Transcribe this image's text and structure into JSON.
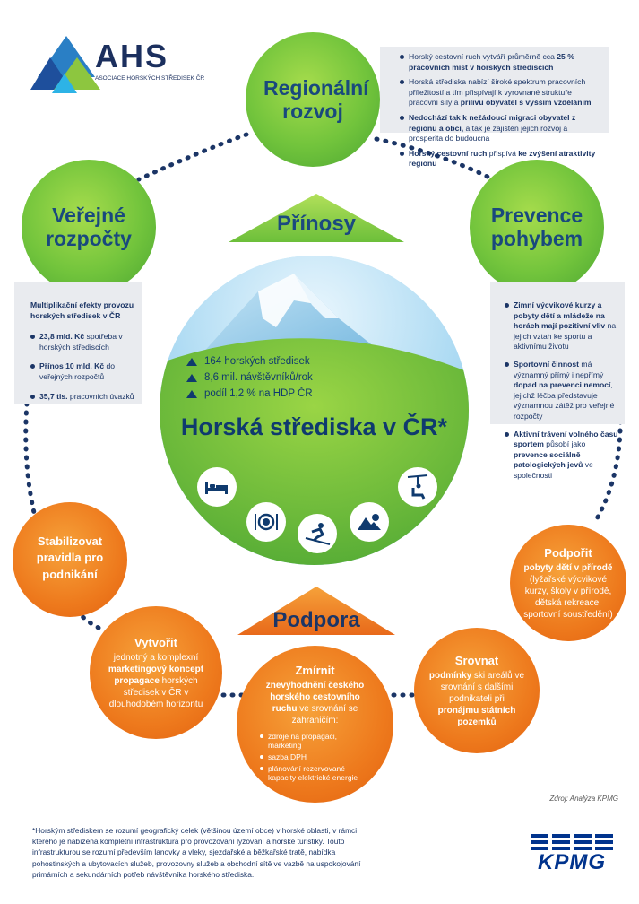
{
  "logo": {
    "text": "AHS",
    "subtitle": "ASOCIACE HORSKÝCH STŘEDISEK ČR"
  },
  "center": {
    "heading": "Přínosy",
    "stats": [
      "164 horských středisek",
      "8,6 mil. návštěvníků/rok",
      "podíl 1,2 % na HDP ČR"
    ],
    "title": "Horská střediska v ČR*",
    "icons": [
      "bed-icon",
      "dining-icon",
      "ski-icon",
      "mountain-sun-icon",
      "chairlift-icon"
    ]
  },
  "support_heading": "Podpora",
  "benefits": {
    "regional": {
      "title": "Regionální rozvoj",
      "items": [
        [
          "Horský cestovní ruch vytváří průměrně cca ",
          "25 % pracovních míst v horských střediscích",
          ""
        ],
        [
          "Horská střediska nabízí široké spektrum pracovních příležitostí a tím přispívají k vyrovnané struktuře pracovní síly a ",
          "přílivu obyvatel s vyšším vzděláním",
          ""
        ],
        [
          "",
          "Nedochází tak k nežádoucí migraci obyvatel z regionu a obcí,",
          " a tak je zajištěn jejich rozvoj a prosperita do budoucna"
        ],
        [
          "",
          "Horský cestovní ruch",
          " přispívá "
        ],
        [
          "",
          "ke zvýšení atraktivity regionu",
          ""
        ]
      ]
    },
    "budgets": {
      "title": "Veřejné rozpočty",
      "lead": "Multiplikační efekty provozu horských středisek v ČR",
      "items": [
        [
          "23,8 mld. Kč",
          " spotřeba v horských střediscích"
        ],
        [
          "Přínos 10 mld. Kč",
          " do veřejných rozpočtů"
        ],
        [
          "35,7 tis.",
          " pracovních úvazků"
        ]
      ]
    },
    "prevention": {
      "title": "Prevence pohybem",
      "items": [
        [
          "Zimní výcvikové kurzy a pobyty dětí a mládeže na horách mají pozitivní vliv",
          " na jejich vztah ke sportu a aktivnímu životu"
        ],
        [
          "Sportovní činnost",
          " má významný přímý i nepřímý "
        ],
        [
          "dopad na prevenci nemocí",
          ", jejichž léčba představuje významnou zátěž pro veřejné rozpočty"
        ],
        [
          "Aktivní trávení volného času sportem",
          " působí jako "
        ],
        [
          "prevence sociálně patologických jevů",
          " ve společnosti"
        ]
      ]
    }
  },
  "support": {
    "stabilize": {
      "title": "Stabilizovat pravidla pro podnikání"
    },
    "create": {
      "title": "Vytvořit",
      "text_a": "jednotný a komplexní ",
      "text_b": "marketingový koncept propagace",
      "text_c": " horských středisek v ČR v dlouhodobém horizontu"
    },
    "reduce": {
      "title": "Zmírnit",
      "text_a": "znevýhodnění českého horského cestovního ruchu",
      "text_b": " ve srovnání se zahraničím:",
      "items": [
        "zdroje na propagaci, marketing",
        "sazba DPH",
        "plánování rezervované kapacity elektrické energie"
      ]
    },
    "align": {
      "title": "Srovnat",
      "text_a": "podmínky",
      "text_b": " ski areálů ve srovnání s dalšími podnikateli při ",
      "text_c": "pronájmu státních pozemků"
    },
    "promote": {
      "title": "Podpořit",
      "text_a": "pobyty dětí v přírodě",
      "text_b": " (lyžařské výcvikové kurzy, školy v přírodě, dětská rekreace, sportovní soustředění)"
    }
  },
  "source": "Zdroj: Analýza KPMG",
  "footnote": "*Horským střediskem se rozumí geografický celek (většinou území obce) v horské oblasti, v rámci kterého je nabízena kompletní infrastruktura pro provozování lyžování a horské turistiky. Touto infrastrukturou se rozumí především lanovky a vleky, sjezdařské a běžkařské tratě, nabídka pohostinských a ubytovacích služeb, provozovny služeb a obchodní sítě ve vazbě na uspokojování primárních a sekundárních potřeb návštěvníka horského střediska.",
  "kpmg": "KPMG",
  "colors": {
    "navy": "#1b3566",
    "green": "#72c43c",
    "orange": "#ee7a1d",
    "kpmg_blue": "#00338d"
  }
}
